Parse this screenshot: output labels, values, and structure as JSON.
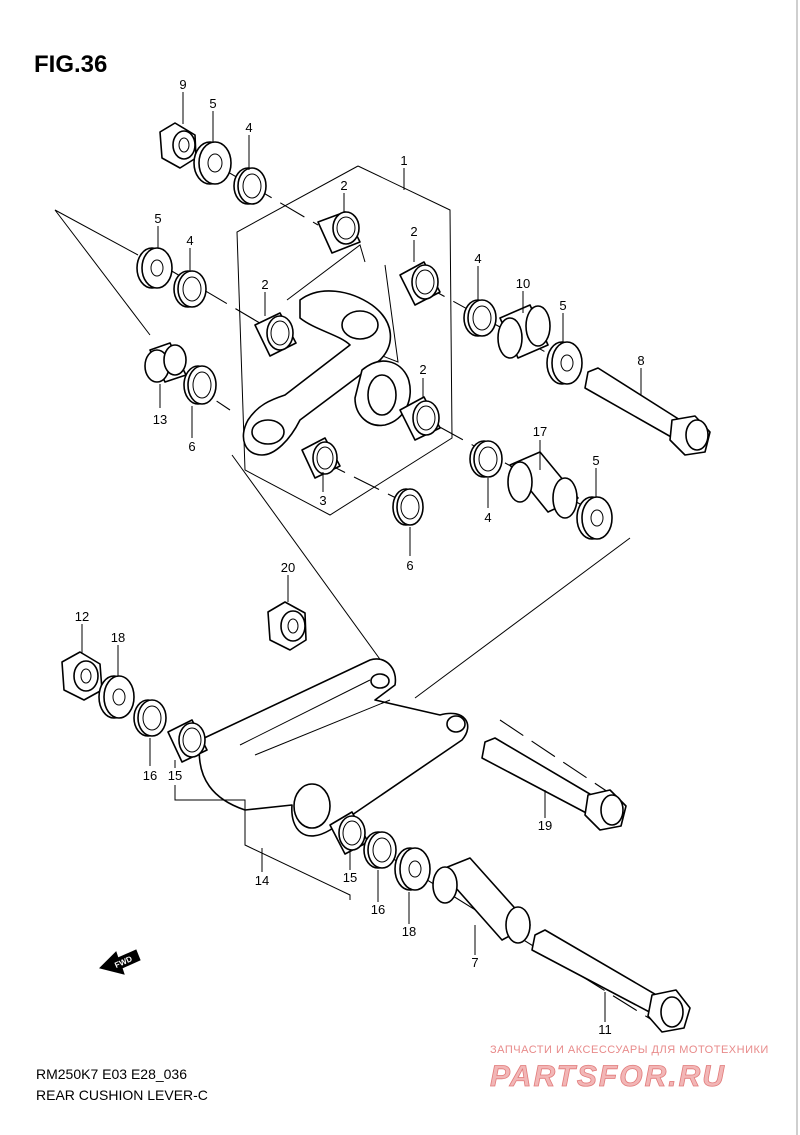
{
  "figure": {
    "title": "FIG.36",
    "model_code": "RM250K7 E03 E28_036",
    "caption": "REAR CUSHION LEVER-C"
  },
  "direction_arrow": {
    "label": "FWD"
  },
  "watermark": {
    "tagline": "ЗАПЧАСТИ И АКСЕССУАРЫ ДЛЯ МОТОТЕХНИКИ",
    "brand": "PARTSFOR.RU"
  },
  "callouts": [
    {
      "id": "c1",
      "label": "1"
    },
    {
      "id": "c2a",
      "label": "2"
    },
    {
      "id": "c2b",
      "label": "2"
    },
    {
      "id": "c2c",
      "label": "2"
    },
    {
      "id": "c2d",
      "label": "2"
    },
    {
      "id": "c3",
      "label": "3"
    },
    {
      "id": "c4a",
      "label": "4"
    },
    {
      "id": "c4b",
      "label": "4"
    },
    {
      "id": "c4c",
      "label": "4"
    },
    {
      "id": "c4d",
      "label": "4"
    },
    {
      "id": "c5a",
      "label": "5"
    },
    {
      "id": "c5b",
      "label": "5"
    },
    {
      "id": "c5c",
      "label": "5"
    },
    {
      "id": "c5d",
      "label": "5"
    },
    {
      "id": "c6a",
      "label": "6"
    },
    {
      "id": "c6b",
      "label": "6"
    },
    {
      "id": "c7",
      "label": "7"
    },
    {
      "id": "c8",
      "label": "8"
    },
    {
      "id": "c9",
      "label": "9"
    },
    {
      "id": "c10",
      "label": "10"
    },
    {
      "id": "c11",
      "label": "11"
    },
    {
      "id": "c12",
      "label": "12"
    },
    {
      "id": "c13",
      "label": "13"
    },
    {
      "id": "c14",
      "label": "14"
    },
    {
      "id": "c15a",
      "label": "15"
    },
    {
      "id": "c15b",
      "label": "15"
    },
    {
      "id": "c16a",
      "label": "16"
    },
    {
      "id": "c16b",
      "label": "16"
    },
    {
      "id": "c17",
      "label": "17"
    },
    {
      "id": "c18a",
      "label": "18"
    },
    {
      "id": "c18b",
      "label": "18"
    },
    {
      "id": "c19",
      "label": "19"
    },
    {
      "id": "c20",
      "label": "20"
    }
  ]
}
